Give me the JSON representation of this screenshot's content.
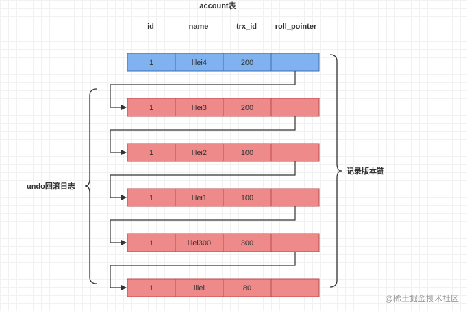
{
  "title": "account表",
  "columns": [
    "id",
    "name",
    "trx_id",
    "roll_pointer"
  ],
  "rows": [
    {
      "id": "1",
      "name": "lilei4",
      "trx_id": "200",
      "roll_pointer": "",
      "kind": "current"
    },
    {
      "id": "1",
      "name": "lilei3",
      "trx_id": "200",
      "roll_pointer": "",
      "kind": "undo"
    },
    {
      "id": "1",
      "name": "lilei2",
      "trx_id": "100",
      "roll_pointer": "",
      "kind": "undo"
    },
    {
      "id": "1",
      "name": "lilei1",
      "trx_id": "100",
      "roll_pointer": "",
      "kind": "undo"
    },
    {
      "id": "1",
      "name": "lilei300",
      "trx_id": "300",
      "roll_pointer": "",
      "kind": "undo"
    },
    {
      "id": "1",
      "name": "lilei",
      "trx_id": "80",
      "roll_pointer": "",
      "kind": "undo"
    }
  ],
  "labels": {
    "undo_log": "undo回滚日志",
    "version_chain": "记录版本链"
  },
  "watermark": "@稀土掘金技术社区",
  "colors": {
    "current_fill": "#7fb2ee",
    "current_stroke": "#3b6fb5",
    "undo_fill": "#ef8a8a",
    "undo_stroke": "#b84a4a",
    "text": "#333333"
  }
}
